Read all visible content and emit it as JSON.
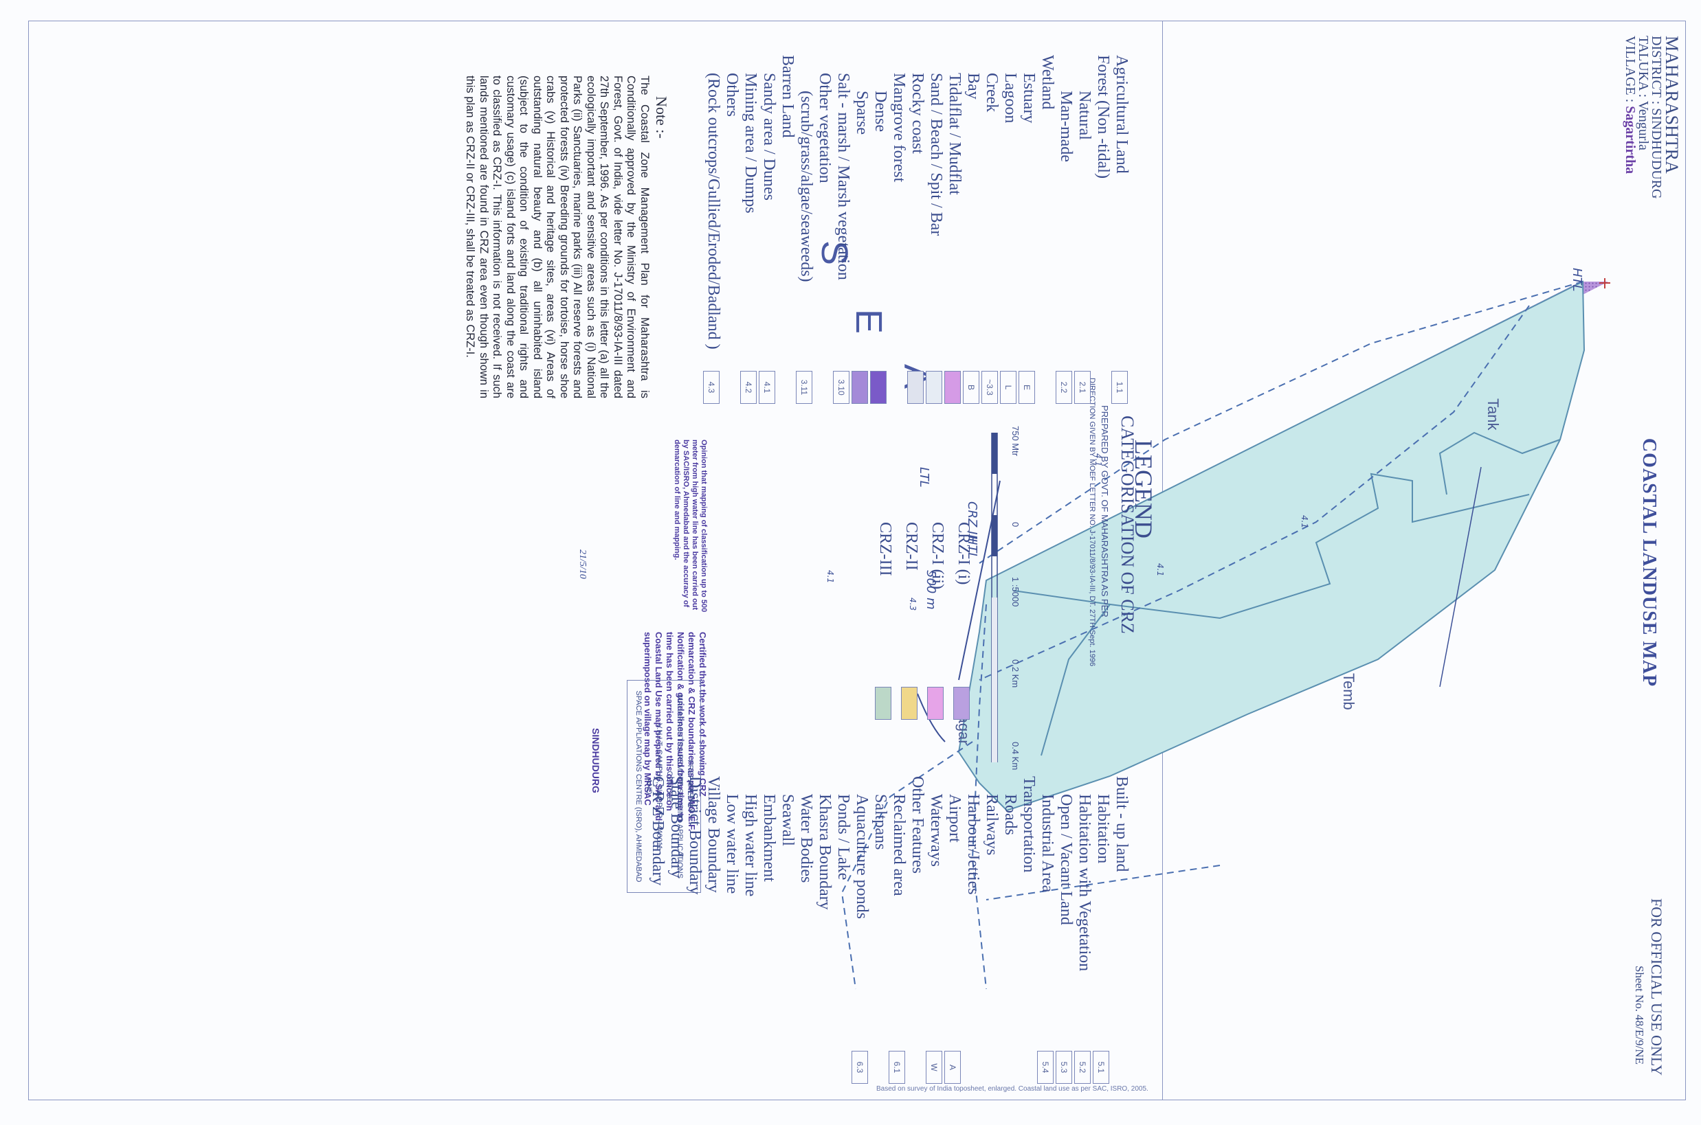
{
  "header": {
    "state": "MAHARASHTRA",
    "district": "DISTRICT : SINDHUDURG",
    "taluka": "TALUKA : Vengurla",
    "village_label": "VILLAGE :",
    "village": "Sagartirtha",
    "map_title": "COASTAL LANDUSE MAP",
    "official": "FOR OFFICIAL USE ONLY",
    "sheet_no": "Sheet No. 48/E/9/NE"
  },
  "map": {
    "sea_letters": [
      "S",
      "E",
      "A"
    ],
    "place_labels": {
      "tank": "Tank",
      "temb": "Temb",
      "velagar": "Velagar"
    },
    "htl": "HTL",
    "ltl": "LTL",
    "crz_label": "CRZ III",
    "distance_label": "500 m",
    "parcel_codes": [
      "4.1",
      "4.1",
      "4.3",
      "4.1",
      "4.1"
    ],
    "colors": {
      "land": "#c8e8ea",
      "land_stroke": "#5a8fb0",
      "intertidal": "#9b6fd1",
      "boundary": "#4a6fb0"
    }
  },
  "legend": {
    "title": "LEGEND",
    "left_items": [
      {
        "label": "Agricultural Land",
        "code": "1.1",
        "level": 0
      },
      {
        "label": "Forest (Non -tidal)",
        "code": "",
        "level": 0
      },
      {
        "label": "Natural",
        "code": "2.1",
        "level": 2
      },
      {
        "label": "Man-made",
        "code": "2.2",
        "level": 2
      },
      {
        "label": "Wetland",
        "code": "",
        "level": 0
      },
      {
        "label": "Estuary",
        "code": "E",
        "level": 1
      },
      {
        "label": "Lagoon",
        "code": "L",
        "level": 1
      },
      {
        "label": "Creek",
        "code": "~3.3",
        "level": 1
      },
      {
        "label": "Bay",
        "code": "B",
        "level": 1
      },
      {
        "label": "Tidalflat / Mudflat",
        "code": "",
        "level": 1,
        "swatch": "#d59be6"
      },
      {
        "label": "Sand / Beach / Spit / Bar",
        "code": "",
        "level": 1,
        "swatch": "#e6ecf4"
      },
      {
        "label": "Rocky coast",
        "code": "",
        "level": 1,
        "swatch": "#dfe3ee"
      },
      {
        "label": "Mangrove forest",
        "code": "",
        "level": 1
      },
      {
        "label": "Dense",
        "code": "",
        "level": 2,
        "swatch": "#7a5ac8"
      },
      {
        "label": "Sparse",
        "code": "",
        "level": 2,
        "swatch": "#a48ad8"
      },
      {
        "label": "Salt - marsh / Marsh vegetation",
        "code": "3.10",
        "level": 1
      },
      {
        "label": "Other vegetation",
        "code": "",
        "level": 1
      },
      {
        "label": "(scrub/grass/algae/seaweeds)",
        "code": "3.11",
        "level": 2
      },
      {
        "label": "Barren Land",
        "code": "",
        "level": 0
      },
      {
        "label": "Sandy area / Dunes",
        "code": "4.1",
        "level": 1
      },
      {
        "label": "Mining area / Dumps",
        "code": "4.2",
        "level": 1
      },
      {
        "label": "Others",
        "code": "",
        "level": 1
      },
      {
        "label": "(Rock outcrops/Gullied/Eroded/Badland )",
        "code": "4.3",
        "level": 1
      }
    ],
    "right_items": [
      {
        "label": "Built - up land",
        "code": "",
        "level": 0
      },
      {
        "label": "Habitation",
        "code": "5.1",
        "level": 1
      },
      {
        "label": "Habitation with Vegetation",
        "code": "5.2",
        "level": 1
      },
      {
        "label": "Open / Vacant Land",
        "code": "5.3",
        "level": 1
      },
      {
        "label": "Industrial Area",
        "code": "5.4",
        "level": 1
      },
      {
        "label": "Transportation",
        "code": "",
        "level": 0
      },
      {
        "label": "Roads",
        "code": "",
        "level": 1
      },
      {
        "label": "Railways",
        "code": "",
        "level": 1
      },
      {
        "label": "Harbour/Jetties",
        "code": "",
        "level": 1
      },
      {
        "label": "Airport",
        "code": "A",
        "level": 1
      },
      {
        "label": "Waterways",
        "code": "W",
        "level": 1
      },
      {
        "label": "Other Features",
        "code": "",
        "level": 0
      },
      {
        "label": "Reclaimed area",
        "code": "6.1",
        "level": 1
      },
      {
        "label": "Saltpans",
        "code": "",
        "level": 1
      },
      {
        "label": "Aquaculture ponds",
        "code": "6.3",
        "level": 1
      },
      {
        "label": "Ponds / Lake",
        "code": "",
        "level": 1
      },
      {
        "label": "Khasra Boundary",
        "code": "",
        "level": 1
      },
      {
        "label": "Water Bodies",
        "code": "",
        "level": 1
      },
      {
        "label": "Seawall",
        "code": "",
        "level": 1
      },
      {
        "label": "Embankment",
        "code": "",
        "level": 1
      },
      {
        "label": "High water line",
        "code": "",
        "level": 1
      },
      {
        "label": "Low water line",
        "code": "",
        "level": 1
      },
      {
        "label": "Village Boundary",
        "code": "",
        "level": 0
      },
      {
        "label": "District Boundary",
        "code": "",
        "level": 0
      },
      {
        "label": "State Boundary",
        "code": "",
        "level": 0
      },
      {
        "label": "C R Z Boundary",
        "code": "",
        "level": 0
      }
    ],
    "crz_title": "CATEGORISATION OF CRZ",
    "crz_prepared": "PREPARED BY GOVT. OF MAHARASHTRA AS PER",
    "crz_direction": "DIRECTION GIVEN BY MOEF LETTER NO. J-17011/8/93-IA-III, DT. 27TH Sept. 1996",
    "crz_items": [
      {
        "label": "CRZ-I (i)",
        "swatch": "#b9a0e0"
      },
      {
        "label": "CRZ-I (ii)",
        "swatch": "#e6a4e8"
      },
      {
        "label": "CRZ-II",
        "swatch": "#f0d88a"
      },
      {
        "label": "CRZ-III",
        "swatch": "#bcd8c8"
      }
    ],
    "scale_labels": [
      "750 Mtr",
      "0",
      "1 :5000",
      "0.2 Km",
      "0.4 Km"
    ]
  },
  "note": {
    "heading": "Note :-",
    "text": "The Coastal Zone Management Plan for Maharashtra is Conditionally approved by the Ministry of Environment and Forest, Govt. of India, vide letter No. J-17011/8/93-IA-III dated 27th September, 1996. As per conditions in this letter (a) all the ecologically important and sensitive areas such as (i) National Parks (ii) Sanctuaries, marine parks (iii) All reserve forests and protected forests (iv) Breeding grounds for tortoise, horse shoe crabs (v) Historical and heritage sites, areas (vi) Areas of outstanding natural beauty and (b) all uninhabited island (subject to the condition of existing traditional rights and customary usage) (c) island forts and land along the coast are to classified as CRZ-I. This information is not received. If such lands mentioned are found in CRZ area even though shown in this plan as CRZ-II or CRZ-III, shall be treated as CRZ-I."
  },
  "stamps": {
    "left": "Opinion that mapping of classification up to 500 meter from high water line has been carried out by SAC/ISRO, Ahmedabad and the accuracy of demarcation of line and mapping.",
    "right": "Certified that the work of showing CRZ demarcation & CRZ boundaries as per M.O.E.F. Notification & guidelines issued from time to time has been carried out by this office on Coastal Land Use map prepared by SAC and superimposed on village map by MRSAC",
    "sign_office": "SINDHUDURG",
    "sign_num": "21/5/10"
  },
  "prepared_by": {
    "line1": "PREPARED BY",
    "line2": "MAHARASHTRA REMOTE SENSING APPLICATIONS CENTRE",
    "line3": "V.N.I.T. CAMPUS, NAGPUR - 440011",
    "line4": "AND",
    "line5": "SPACE APPLICATIONS CENTRE (ISRO), AHMEDABAD"
  },
  "footer": "Based on survey of India toposheet, enlarged. Coastal land use as per SAC, ISRO, 2005."
}
